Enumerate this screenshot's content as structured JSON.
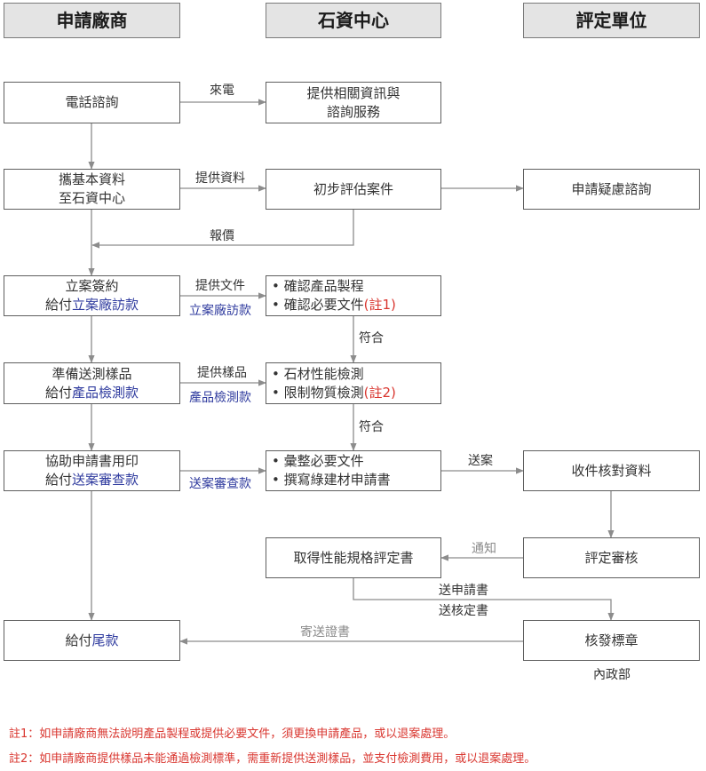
{
  "headers": {
    "applicant": "申請廠商",
    "center": "石資中心",
    "assessor": "評定單位"
  },
  "nodes": {
    "phone_consult": "電話諮詢",
    "provide_info": [
      "提供相關資訊與",
      "諮詢服務"
    ],
    "bring_data": [
      "攜基本資料",
      "至石資中心"
    ],
    "initial_assess": "初步評估案件",
    "apply_consult": "申請疑慮諮詢",
    "sign_contract": {
      "line1": "立案簽約",
      "line2_prefix": "給付",
      "line2_blue": "立案廠訪款"
    },
    "confirm_docs": {
      "item1": "確認產品製程",
      "item2_text": "確認必要文件",
      "item2_note": "(註1)"
    },
    "prepare_sample": {
      "line1": "準備送測樣品",
      "line2_prefix": "給付",
      "line2_blue": "產品檢測款"
    },
    "testing": {
      "item1": "石材性能檢測",
      "item2_text": "限制物質檢測",
      "item2_note": "(註2)"
    },
    "assist_stamp": {
      "line1": "協助申請書用印",
      "line2_prefix": "給付",
      "line2_blue": "送案審查款"
    },
    "compile_docs": {
      "item1": "彙整必要文件",
      "item2": "撰寫綠建材申請書"
    },
    "receive_check": "收件核對資料",
    "obtain_cert": "取得性能規格評定書",
    "review": "評定審核",
    "final_payment": {
      "prefix": "給付",
      "blue": "尾款"
    },
    "issue_label": "核發標章"
  },
  "edge_labels": {
    "call_in": "來電",
    "provide_data": "提供資料",
    "quote": "報價",
    "provide_docs": "提供文件",
    "fee_visit": "立案廠訪款",
    "conform1": "符合",
    "provide_sample": "提供樣品",
    "fee_test": "產品檢測款",
    "conform2": "符合",
    "fee_review": "送案審查款",
    "submit": "送案",
    "notify": "通知",
    "send_application": "送申請書",
    "send_cert": "送核定書",
    "mail_cert": "寄送證書",
    "moi": "內政部"
  },
  "notes": {
    "note1": "註1：如申請廠商無法說明產品製程或提供必要文件，須更換申請產品，或以退案處理。",
    "note2": "註2：如申請廠商提供樣品未能通過檢測標準，需重新提供送測樣品，並支付檢測費用，或以退案處理。"
  },
  "colors": {
    "header_fill": "#e4e4e4",
    "line": "#8c8c8c",
    "accent_blue": "#2e3a9e",
    "note_red": "#d9362f"
  }
}
